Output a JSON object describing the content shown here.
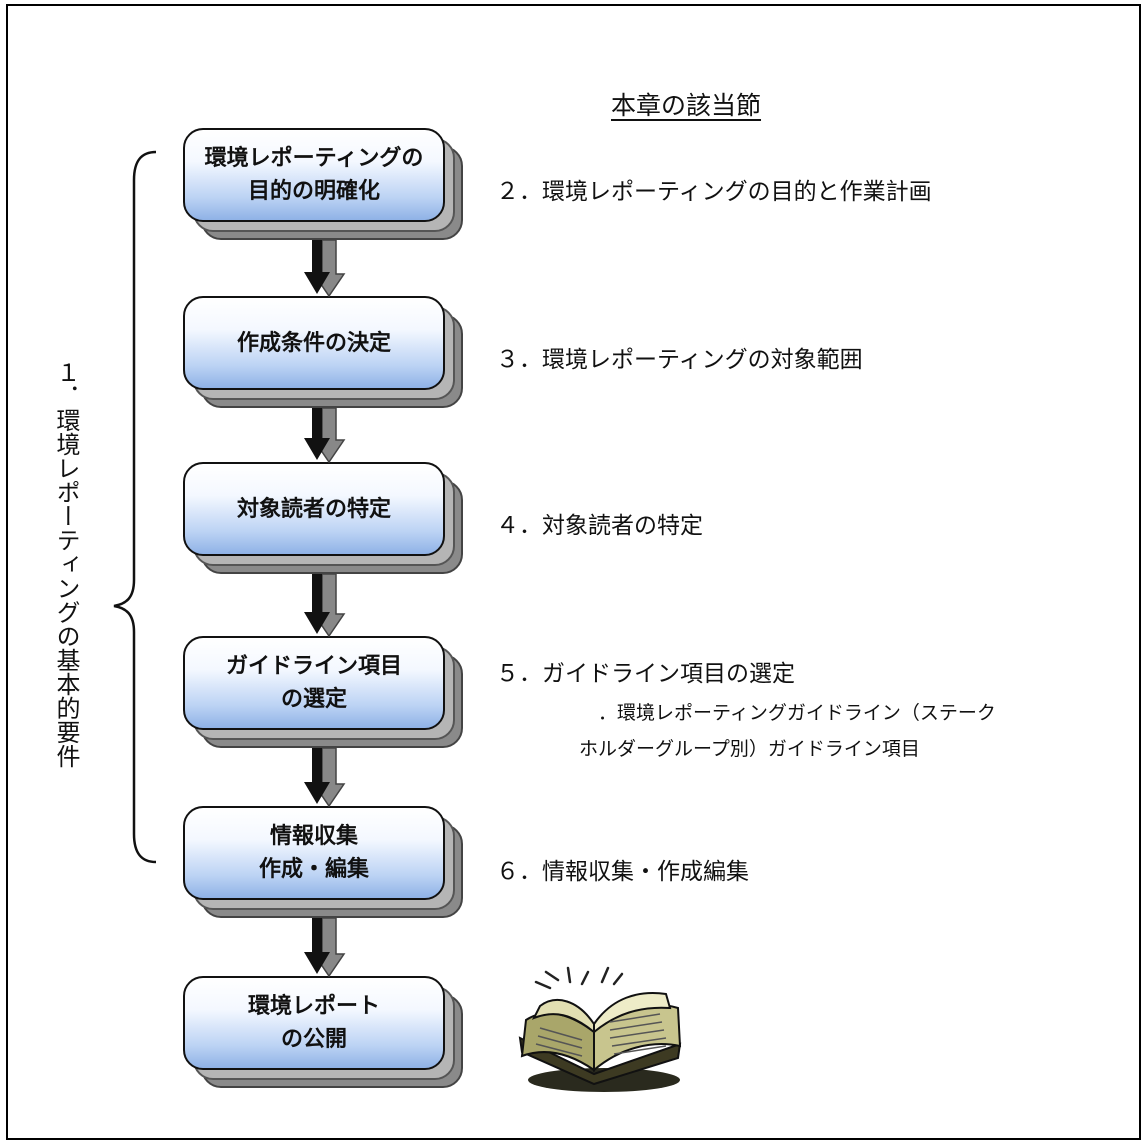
{
  "header": "本章の該当節",
  "vertical_label": "１．環境レポーティングの基本的要件",
  "steps": [
    {
      "lines": [
        "環境レポーティングの",
        "目的の明確化"
      ]
    },
    {
      "lines": [
        "作成条件の決定"
      ]
    },
    {
      "lines": [
        "対象読者の特定"
      ]
    },
    {
      "lines": [
        "ガイドライン項目",
        "の選定"
      ]
    },
    {
      "lines": [
        "情報収集",
        "作成・編集"
      ]
    },
    {
      "lines": [
        "環境レポート",
        "の公開"
      ]
    }
  ],
  "sections": [
    "２．環境レポーティングの目的と作業計画",
    "３．環境レポーティングの対象範囲",
    "４．対象読者の特定",
    "５．ガイドライン項目の選定",
    "６．情報収集・作成編集"
  ],
  "subnote": [
    "．環境レポーティングガイドライン（ステーク",
    "ホルダーグループ別）ガイドライン項目"
  ],
  "icons": {
    "book": "open-book-icon"
  }
}
